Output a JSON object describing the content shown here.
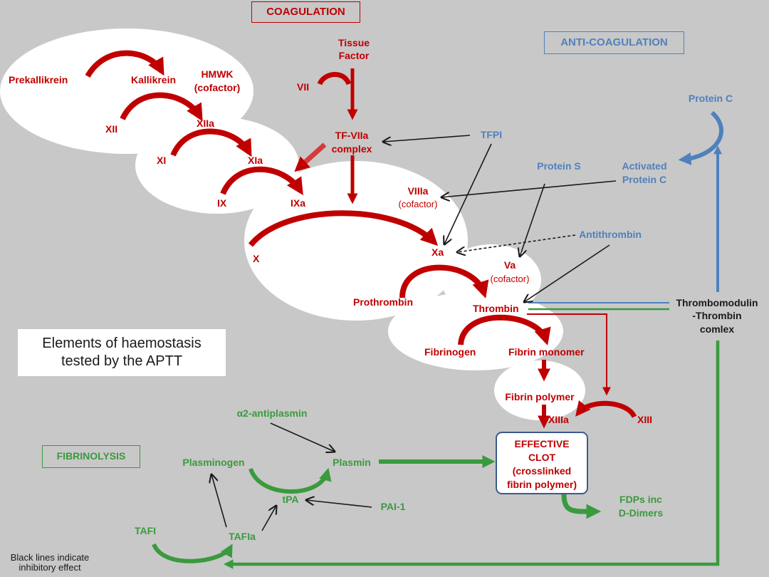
{
  "headers": {
    "coagulation": "COAGULATION",
    "anti_coagulation": "ANTI-COAGULATION",
    "fibrinolysis": "FIBRINOLYSIS"
  },
  "aptt_box": {
    "line1": "Elements of haemostasis",
    "line2": "tested by the APTT"
  },
  "note": {
    "line1": "Black lines indicate",
    "line2": "inhibitory effect"
  },
  "clot": {
    "line1": "EFFECTIVE",
    "line2": "CLOT",
    "line3": "(crosslinked",
    "line4": "fibrin polymer)"
  },
  "coagulation_labels": {
    "prekallikrein": "Prekallikrein",
    "kallikrein": "Kallikrein",
    "hmwk": "HMWK",
    "hmwk_cofactor": "(cofactor)",
    "tissue": "Tissue",
    "factor": "Factor",
    "vii": "VII",
    "xii": "XII",
    "xiia": "XIIa",
    "tf_viia": "TF-VIIa",
    "complex": "complex",
    "xi": "XI",
    "xia": "XIa",
    "ix": "IX",
    "ixa": "IXa",
    "viiia": "VIIIa",
    "viiia_cofactor": "(cofactor)",
    "x": "X",
    "xa": "Xa",
    "va": "Va",
    "va_cofactor": "(cofactor)",
    "prothrombin": "Prothrombin",
    "thrombin": "Thrombin",
    "fibrinogen": "Fibrinogen",
    "fibrin_monomer": "Fibrin monomer",
    "fibrin_polymer": "Fibrin polymer",
    "xiiia": "XIIIa",
    "xiii": "XIII"
  },
  "anticoag_labels": {
    "protein_c": "Protein C",
    "tfpi": "TFPI",
    "protein_s": "Protein S",
    "activated": "Activated",
    "activated_pc": "Protein C",
    "antithrombin": "Antithrombin",
    "tm_line1": "Thrombomodulin",
    "tm_line2": "-Thrombin",
    "tm_line3": "comlex"
  },
  "fibrinolysis_labels": {
    "a2_antiplasmin": "α2-antiplasmin",
    "plasminogen": "Plasminogen",
    "plasmin": "Plasmin",
    "tpa": "tPA",
    "pai1": "PAI-1",
    "tafi": "TAFI",
    "tafia": "TAFIa",
    "fdps": "FDPs inc",
    "ddimers": "D-Dimers"
  },
  "colors": {
    "background": "#c8c8c8",
    "coagulation": "#c00000",
    "anticoagulation": "#4f81bd",
    "fibrinolysis": "#3a9a3e",
    "inhibitory": "#1a1a1a"
  }
}
